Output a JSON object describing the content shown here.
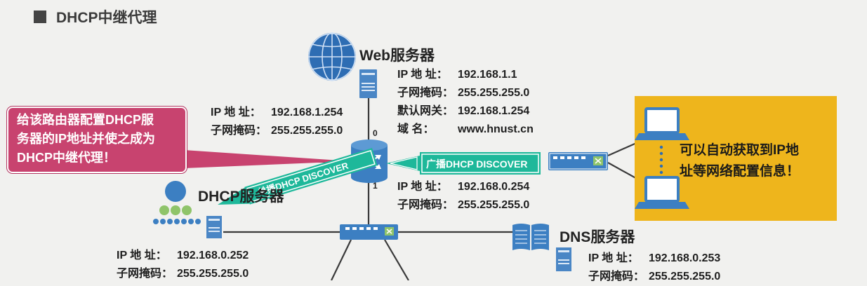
{
  "title": "DHCP中继代理",
  "web_server": {
    "name": "Web服务器",
    "rows": [
      {
        "label": "IP 地  址：",
        "value": "192.168.1.1"
      },
      {
        "label": "子网掩码：",
        "value": "255.255.255.0"
      },
      {
        "label": "默认网关：",
        "value": "192.168.1.254"
      },
      {
        "label": "域        名：",
        "value": "www.hnust.cn"
      }
    ]
  },
  "router": {
    "port0": "0",
    "port1": "1",
    "if0": [
      {
        "label": "IP 地  址：",
        "value": "192.168.1.254"
      },
      {
        "label": "子网掩码：",
        "value": "255.255.255.0"
      }
    ],
    "if1": [
      {
        "label": "IP 地  址：",
        "value": "192.168.0.254"
      },
      {
        "label": "子网掩码：",
        "value": "255.255.255.0"
      }
    ]
  },
  "callout": {
    "line1": "给该路由器配置DHCP服",
    "line2": "务器的IP地址并使之成为",
    "line3": "DHCP中继代理！"
  },
  "broadcast_label": "广播DHCP DISCOVER",
  "unicast_label": "单播DHCP DISCOVER",
  "note": {
    "line1": "可以自动获取到IP地",
    "line2": "址等网络配置信息！"
  },
  "dhcp_server": {
    "name": "DHCP服务器",
    "rows": [
      {
        "label": "IP 地  址：",
        "value": "192.168.0.252"
      },
      {
        "label": "子网掩码：",
        "value": "255.255.255.0"
      }
    ]
  },
  "dns_server": {
    "name": "DNS服务器",
    "rows": [
      {
        "label": "IP 地  址：",
        "value": "192.168.0.253"
      },
      {
        "label": "子网掩码：",
        "value": "255.255.255.0"
      }
    ]
  },
  "colors": {
    "callout": "#c8436f",
    "note": "#eeb51c",
    "arrow": "#1eb89a",
    "device_blue": "#3c7fc2",
    "green_dot": "#8fc46a"
  }
}
